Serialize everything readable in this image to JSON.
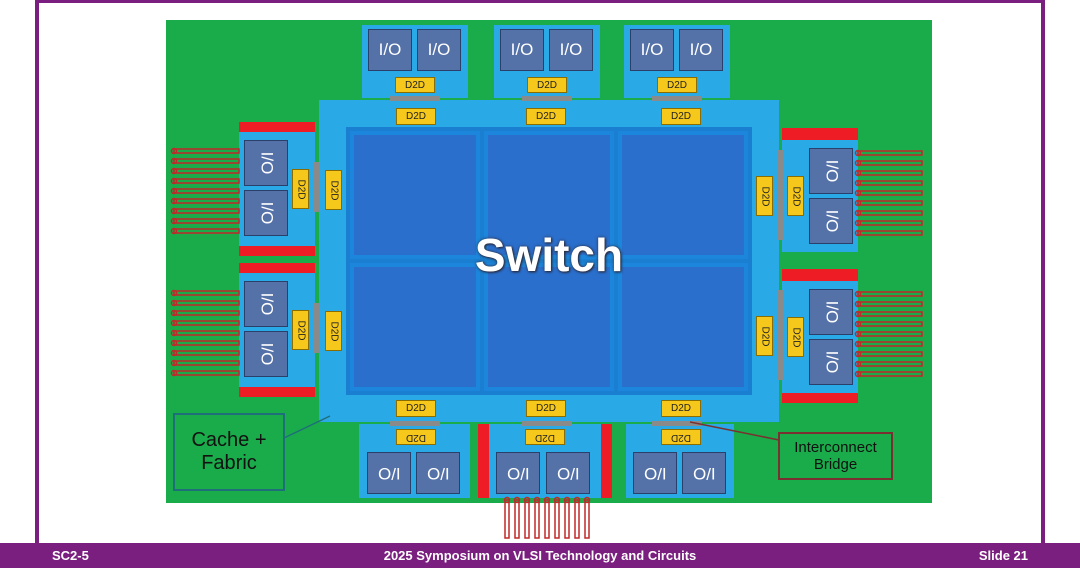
{
  "footer": {
    "left": "SC2-5",
    "center": "2025 Symposium on VLSI Technology and Circuits",
    "right": "Slide 21"
  },
  "diagram": {
    "switch_label": "Switch",
    "io_label": "I/O",
    "d2d_label": "D2D",
    "cache_fabric_label": "Cache +\nFabric",
    "interconnect_label": "Interconnect\nBridge"
  },
  "colors": {
    "board": "#1aab4a",
    "chiplet": "#29a9e6",
    "io": "#5471a8",
    "d2d": "#f7c81c",
    "phy": "#ee1c24",
    "footer": "#7a1f7f"
  }
}
